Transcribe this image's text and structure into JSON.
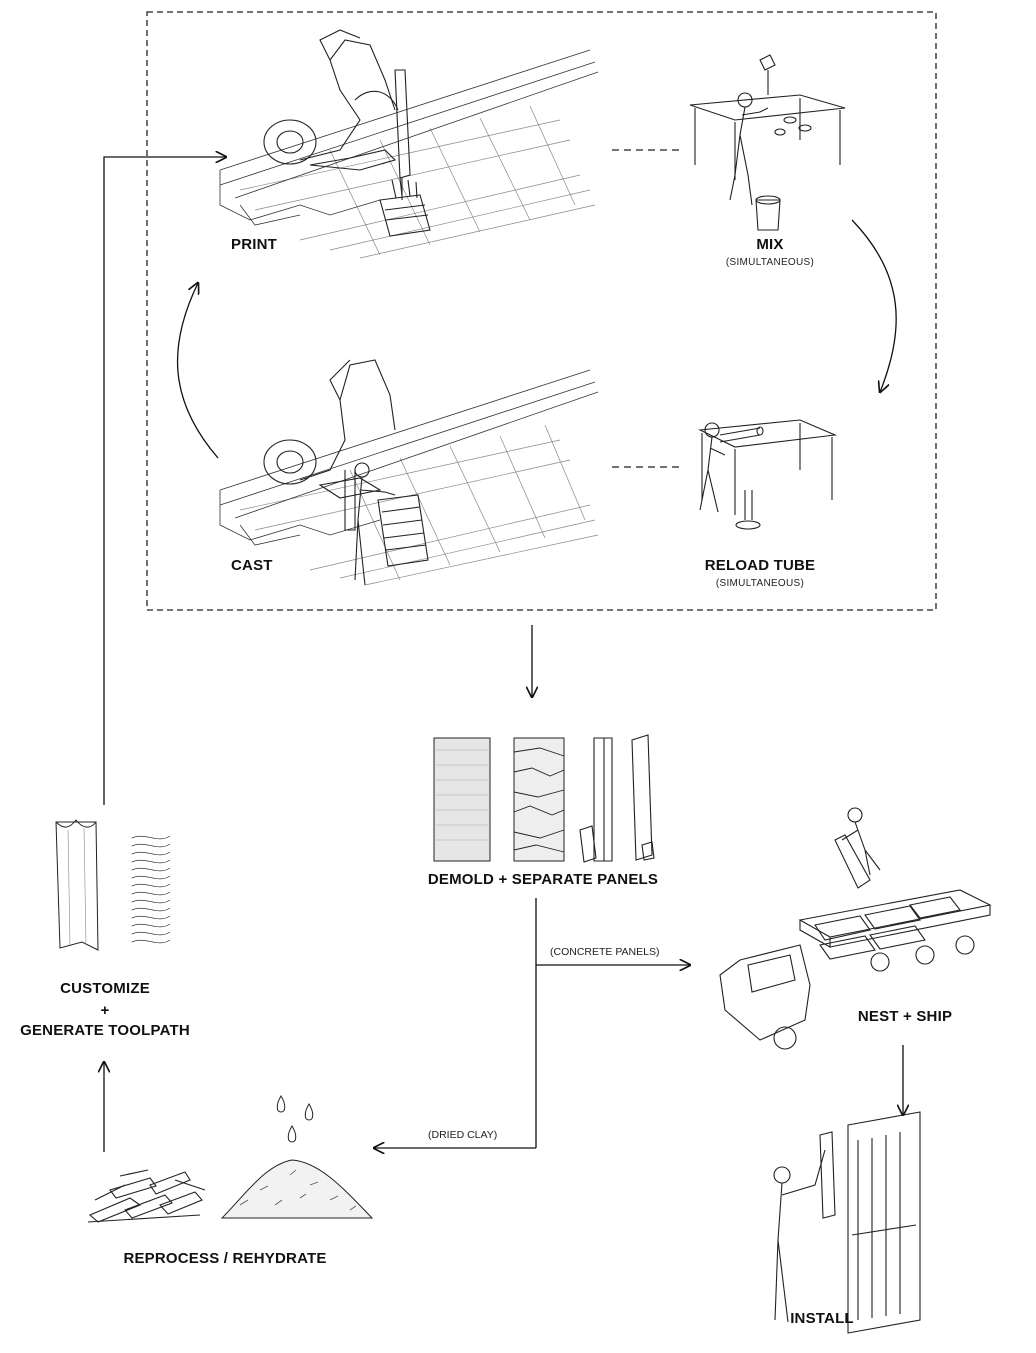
{
  "nodes": {
    "print": {
      "label": "PRINT"
    },
    "mix": {
      "label": "MIX",
      "note": "(SIMULTANEOUS)"
    },
    "cast": {
      "label": "CAST"
    },
    "reload_tube": {
      "label": "RELOAD TUBE",
      "note": "(SIMULTANEOUS)"
    },
    "demold": {
      "label": "DEMOLD + SEPARATE PANELS"
    },
    "nest_ship": {
      "label": "NEST + SHIP"
    },
    "install": {
      "label": "INSTALL"
    },
    "customize": {
      "label_line1": "CUSTOMIZE",
      "label_line2": "+",
      "label_line3": "GENERATE TOOLPATH"
    },
    "reprocess": {
      "label": "REPROCESS / REHYDRATE"
    }
  },
  "edges": {
    "concrete_panels": "(CONCRETE PANELS)",
    "dried_clay": "(DRIED CLAY)"
  },
  "icons": [
    "robot-arm-icon",
    "mixing-table-icon",
    "tube-table-icon",
    "panel-icon",
    "truck-icon",
    "installer-icon",
    "clay-pile-icon",
    "rubble-icon",
    "water-drop-icon",
    "toolpath-icon"
  ],
  "colors": {
    "ink": "#111111",
    "line": "#333333",
    "background": "#ffffff"
  }
}
